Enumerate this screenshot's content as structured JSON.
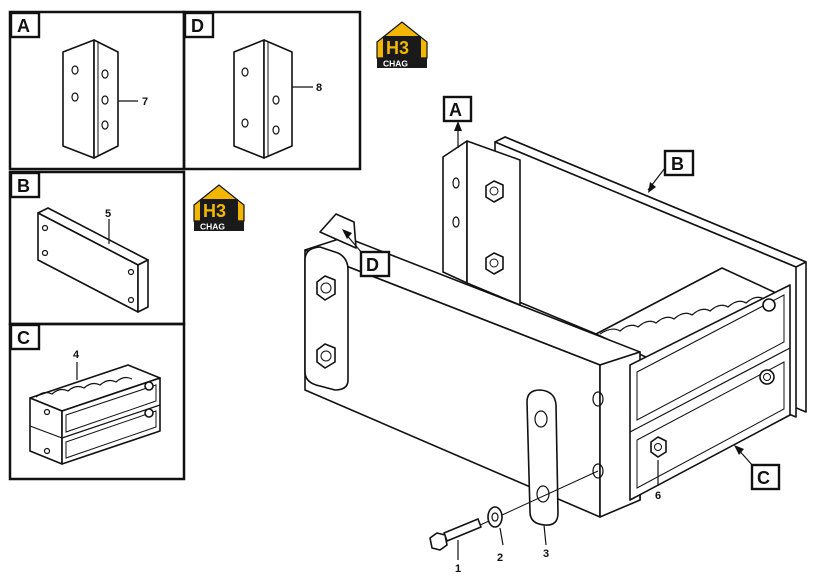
{
  "detail_labels": {
    "a": "A",
    "b": "B",
    "c": "C",
    "d": "D"
  },
  "part_numbers": {
    "p1": "1",
    "p2": "2",
    "p3": "3",
    "p4": "4",
    "p5": "5",
    "p6": "6",
    "p7": "7",
    "p8": "8"
  },
  "logo": {
    "mark": "H3",
    "sub": "CHAG",
    "colors": {
      "gold": "#f2b705",
      "dark": "#1a1a1a"
    }
  }
}
